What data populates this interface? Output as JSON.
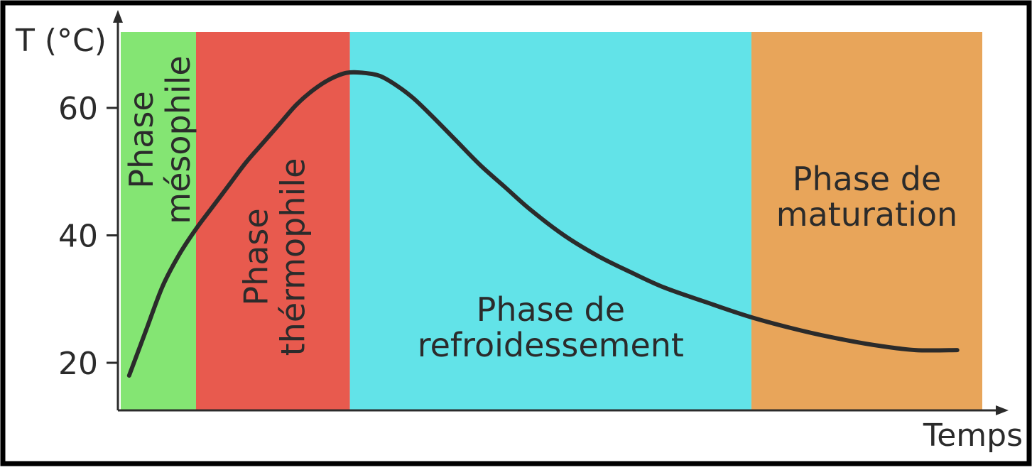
{
  "chart_data": {
    "type": "area",
    "ylabel": "T (°C)",
    "xlabel": "Temps",
    "yticks": [
      20,
      40,
      60
    ],
    "ylim": [
      12,
      70
    ],
    "xlim": [
      0,
      100
    ],
    "grid": false,
    "phases": [
      {
        "id": "mesophile",
        "lines": [
          "Phase",
          "mésophile"
        ],
        "x_start": 0,
        "x_end": 9,
        "color": "#84E573",
        "orientation": "vertical"
      },
      {
        "id": "thermophile",
        "lines": [
          "Phase",
          "thérmophile"
        ],
        "x_start": 9,
        "x_end": 27.4,
        "color": "#E85A4E",
        "orientation": "vertical"
      },
      {
        "id": "refroidissement",
        "lines": [
          "Phase de",
          "refroidessement"
        ],
        "x_start": 27.4,
        "x_end": 75.4,
        "color": "#62E3E8",
        "orientation": "horizontal"
      },
      {
        "id": "maturation",
        "lines": [
          "Phase de",
          "maturation"
        ],
        "x_start": 75.4,
        "x_end": 103,
        "color": "#E8A55A",
        "orientation": "horizontal"
      }
    ],
    "series": [
      {
        "x": [
          1,
          3,
          5,
          7,
          9,
          11,
          13,
          15,
          17,
          19,
          21,
          23,
          25,
          27,
          29,
          31,
          33,
          35,
          37,
          40,
          43,
          46,
          49,
          53,
          57,
          61,
          65,
          70,
          75,
          80,
          85,
          90,
          95,
          100
        ],
        "y": [
          18,
          25,
          32,
          37,
          41,
          44.5,
          48,
          51.5,
          54.5,
          57.5,
          60.5,
          62.8,
          64.5,
          65.5,
          65.5,
          65,
          63.5,
          61.5,
          59,
          55,
          51,
          47.5,
          44,
          40,
          36.8,
          34.2,
          31.8,
          29.5,
          27.3,
          25.5,
          24,
          22.8,
          22,
          22
        ]
      }
    ]
  }
}
